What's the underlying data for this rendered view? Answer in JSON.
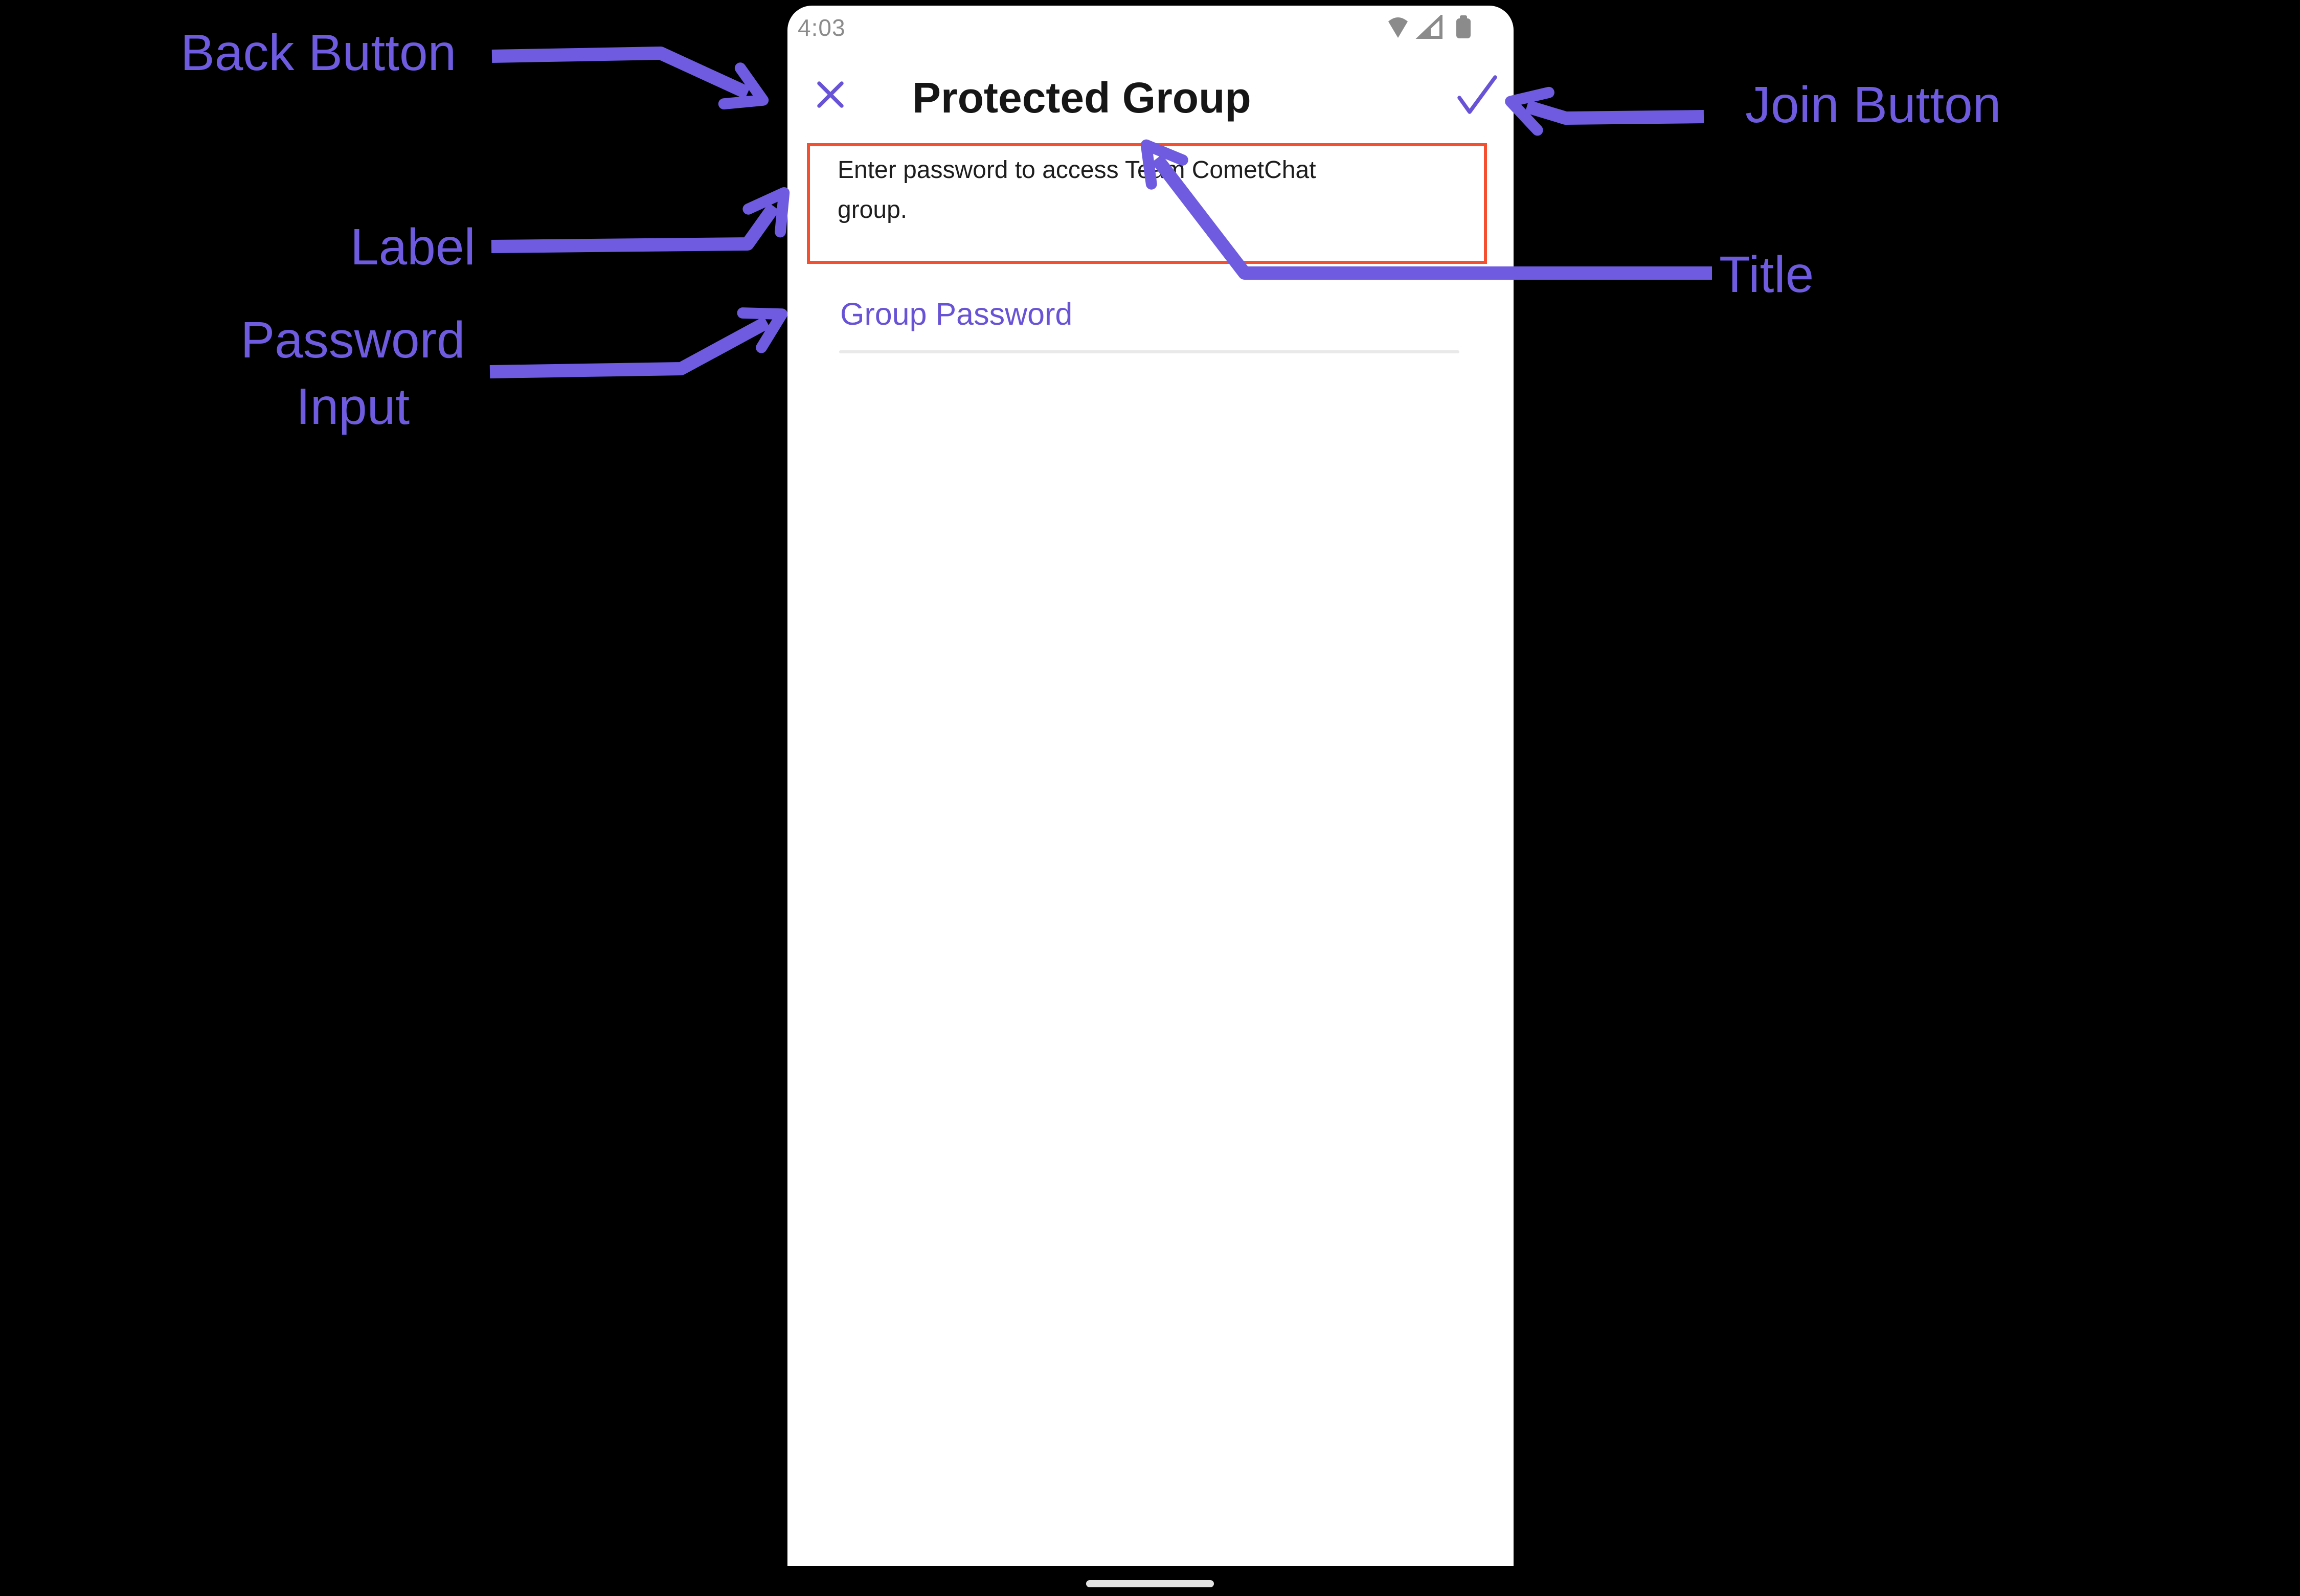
{
  "annotations": {
    "back_button": "Back Button",
    "join_button": "Join Button",
    "label": "Label",
    "title": "Title",
    "password_input": "Password Input"
  },
  "phone": {
    "status": {
      "time": "4:03",
      "icons": [
        "wifi-icon",
        "cellular-signal-icon",
        "battery-icon"
      ]
    },
    "header": {
      "title": "Protected Group",
      "close_icon": "close-icon",
      "join_icon": "check-icon"
    },
    "notice": {
      "line1": "Enter password to access Team CometChat",
      "line2": "group."
    },
    "password_field": {
      "label": "Group Password",
      "value": ""
    }
  },
  "colors": {
    "annotation_purple": "#6E5BDF",
    "app_purple": "#6852D6",
    "highlight_red": "#F4502F",
    "status_gray": "#8B8B8B",
    "background": "#000000"
  }
}
